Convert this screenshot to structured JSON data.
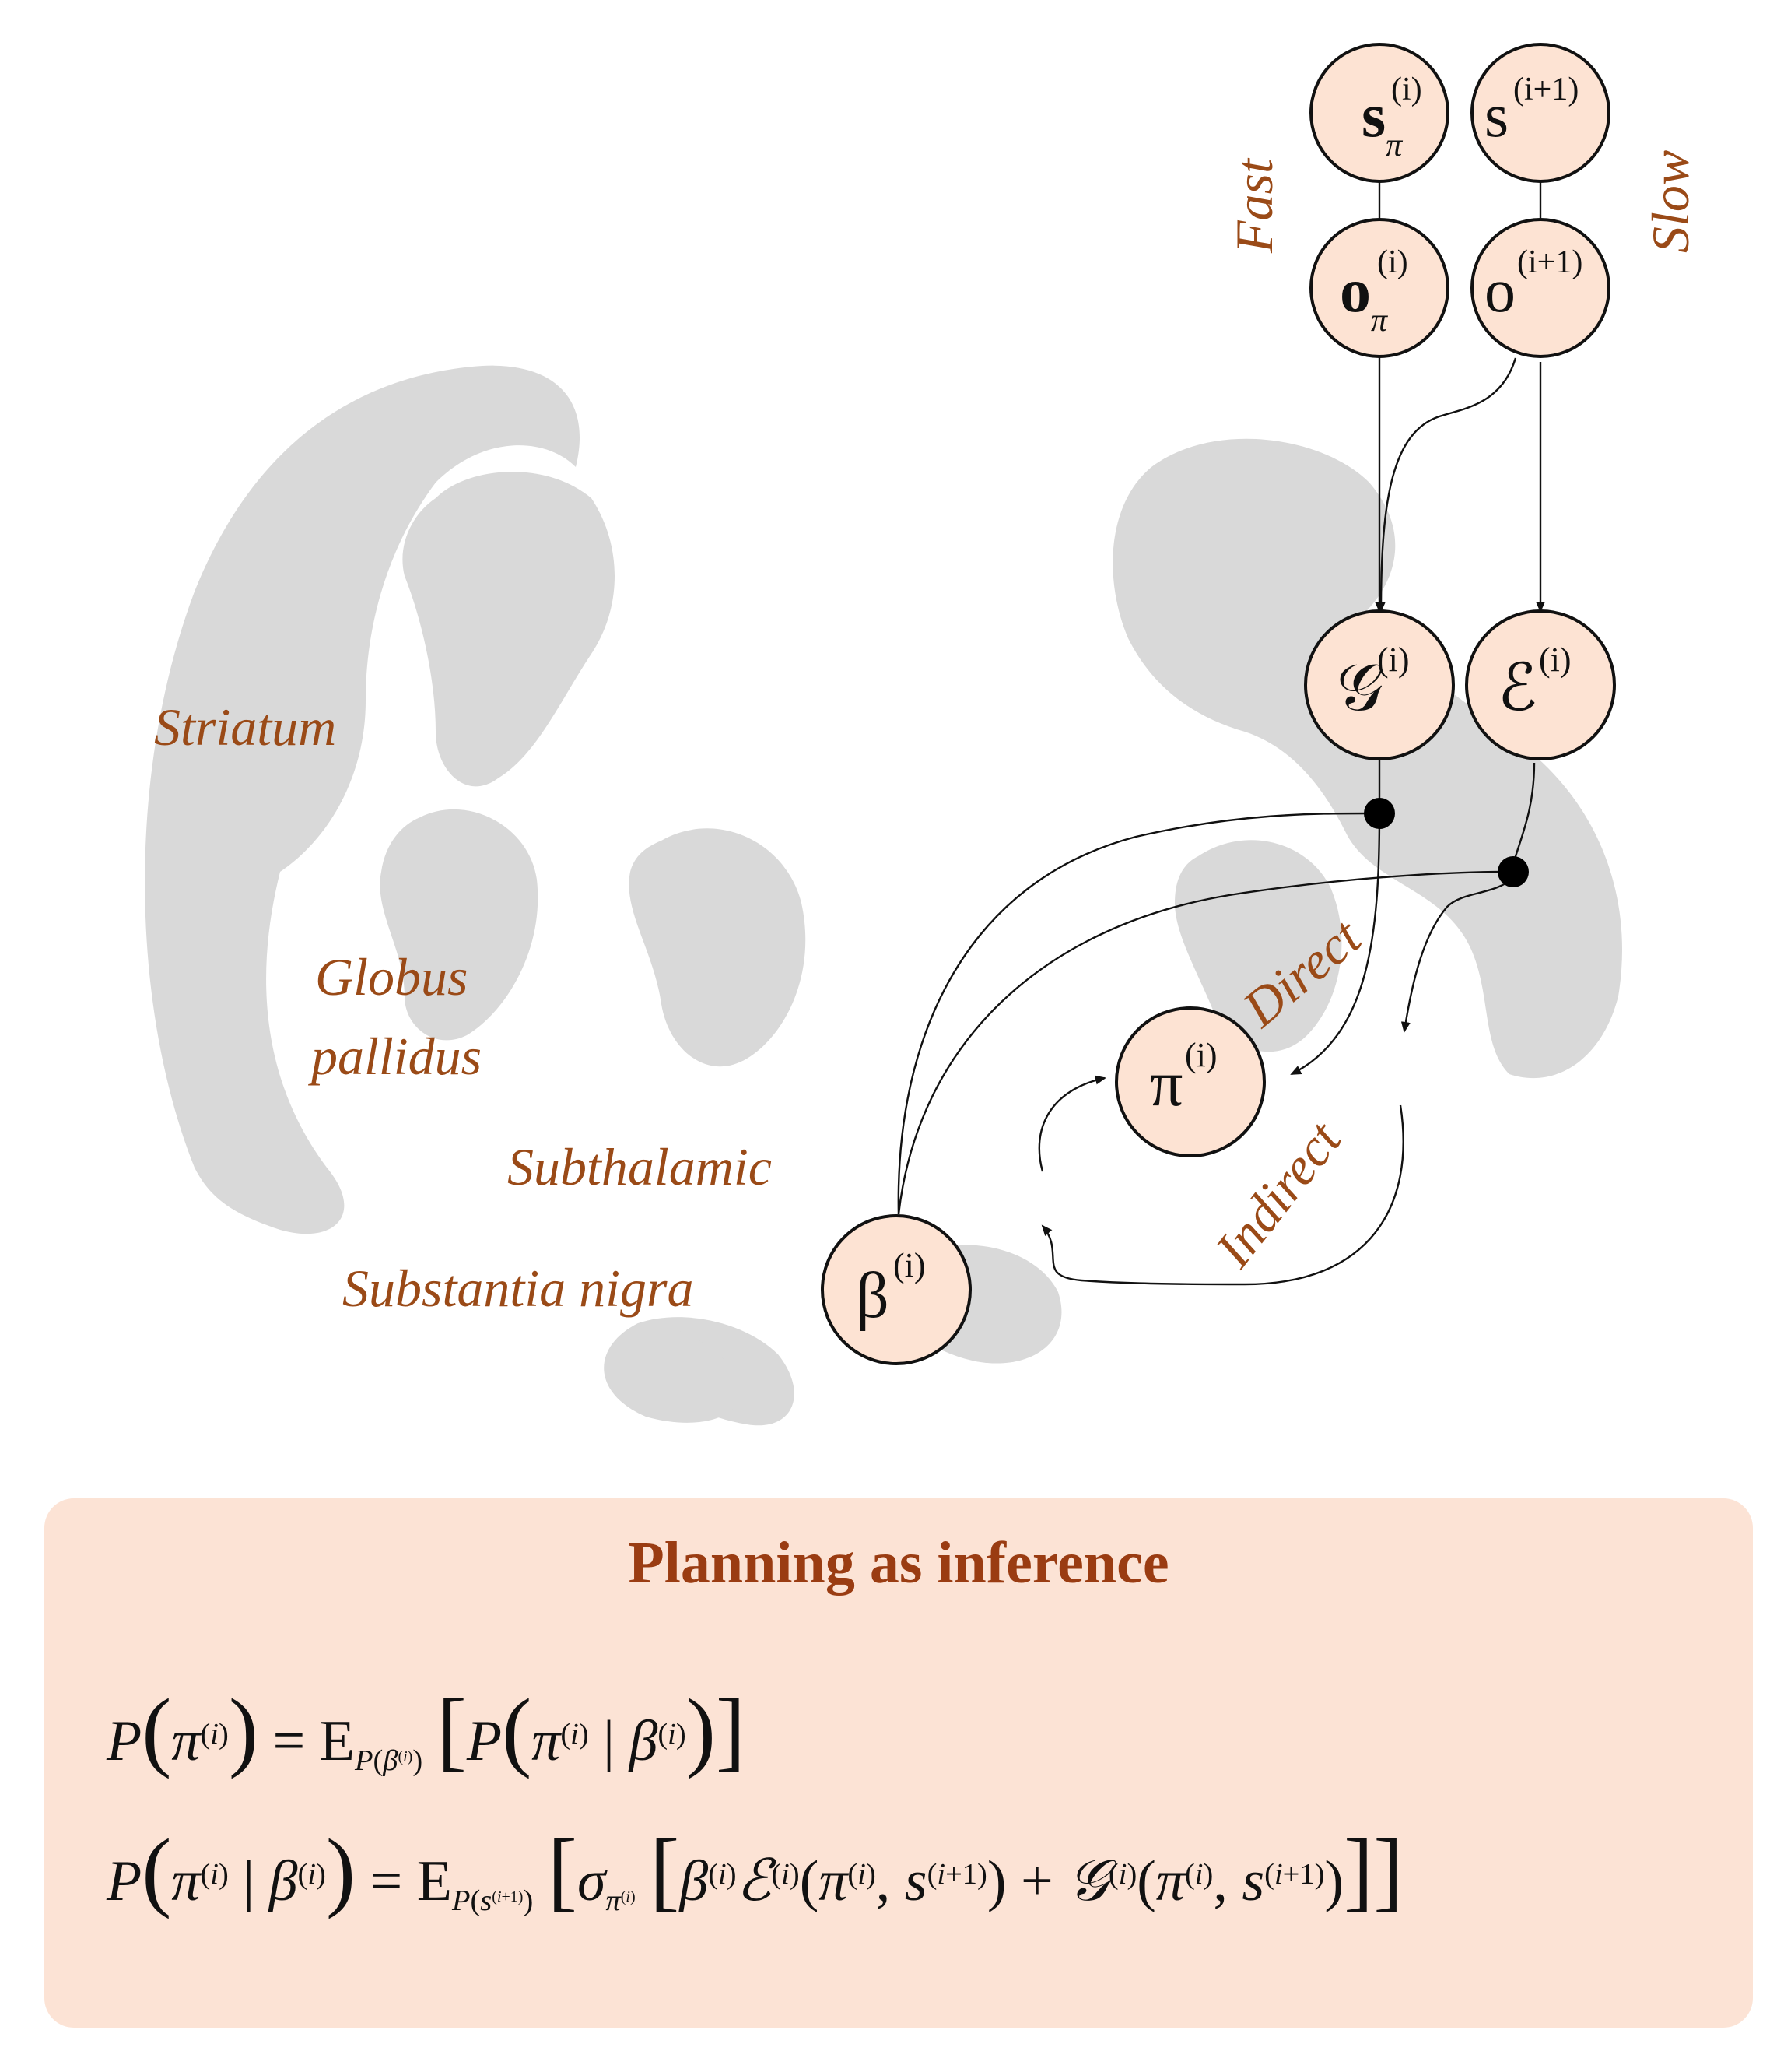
{
  "regions": {
    "striatum": "Striatum",
    "globus_1": "Globus",
    "globus_2": "pallidus",
    "subthalamic": "Subthalamic",
    "substantia_nigra": "Substantia nigra"
  },
  "timescales": {
    "fast": "Fast",
    "slow": "Slow"
  },
  "pathways": {
    "direct": "Direct",
    "indirect": "Indirect"
  },
  "nodes": {
    "s_pi": {
      "base": "s",
      "sub": "π",
      "sup": "(i)"
    },
    "s_next": {
      "base": "s",
      "sup": "(i+1)"
    },
    "o_pi": {
      "base": "o",
      "sub": "π",
      "sup": "(i)"
    },
    "o_next": {
      "base": "o",
      "sup": "(i+1)"
    },
    "G": {
      "base": "𝒢",
      "sup": "(i)"
    },
    "E": {
      "base": "ℰ",
      "sup": "(i)"
    },
    "pi": {
      "base": "π",
      "sup": "(i)"
    },
    "beta": {
      "base": "β",
      "sup": "(i)"
    }
  },
  "panel": {
    "title": "Planning as inference"
  },
  "colors": {
    "node_fill": "#fde3d3",
    "panel_fill": "#fce3d5",
    "label_color": "#9a4a17",
    "brain_gray": "#d9d9d9"
  }
}
